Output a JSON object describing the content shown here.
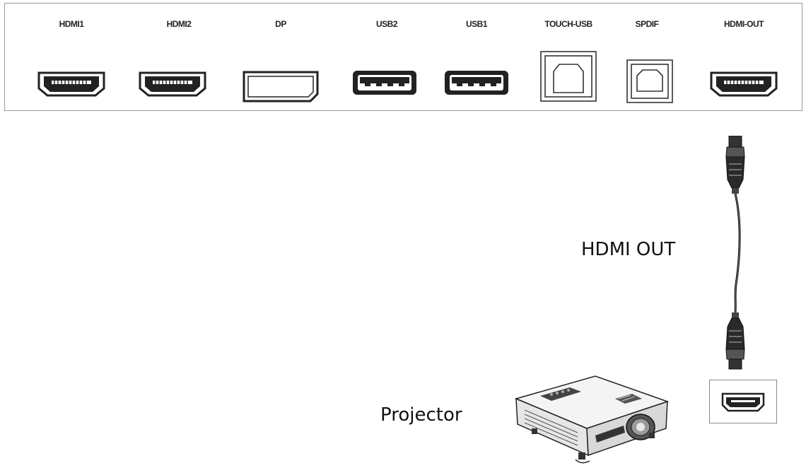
{
  "ports": [
    {
      "label": "HDMI1",
      "type": "hdmi"
    },
    {
      "label": "HDMI2",
      "type": "hdmi"
    },
    {
      "label": "DP",
      "type": "dp"
    },
    {
      "label": "USB2",
      "type": "usb-a"
    },
    {
      "label": "USB1",
      "type": "usb-a"
    },
    {
      "label": "TOUCH-USB",
      "type": "usb-b"
    },
    {
      "label": "SPDIF",
      "type": "spdif"
    },
    {
      "label": "HDMI-OUT",
      "type": "hdmi"
    }
  ],
  "cable_label": "HDMI OUT",
  "device_label": "Projector",
  "icons": {
    "cable": "hdmi-cable-icon",
    "device": "projector-icon",
    "device_port": "hdmi-port-icon"
  }
}
